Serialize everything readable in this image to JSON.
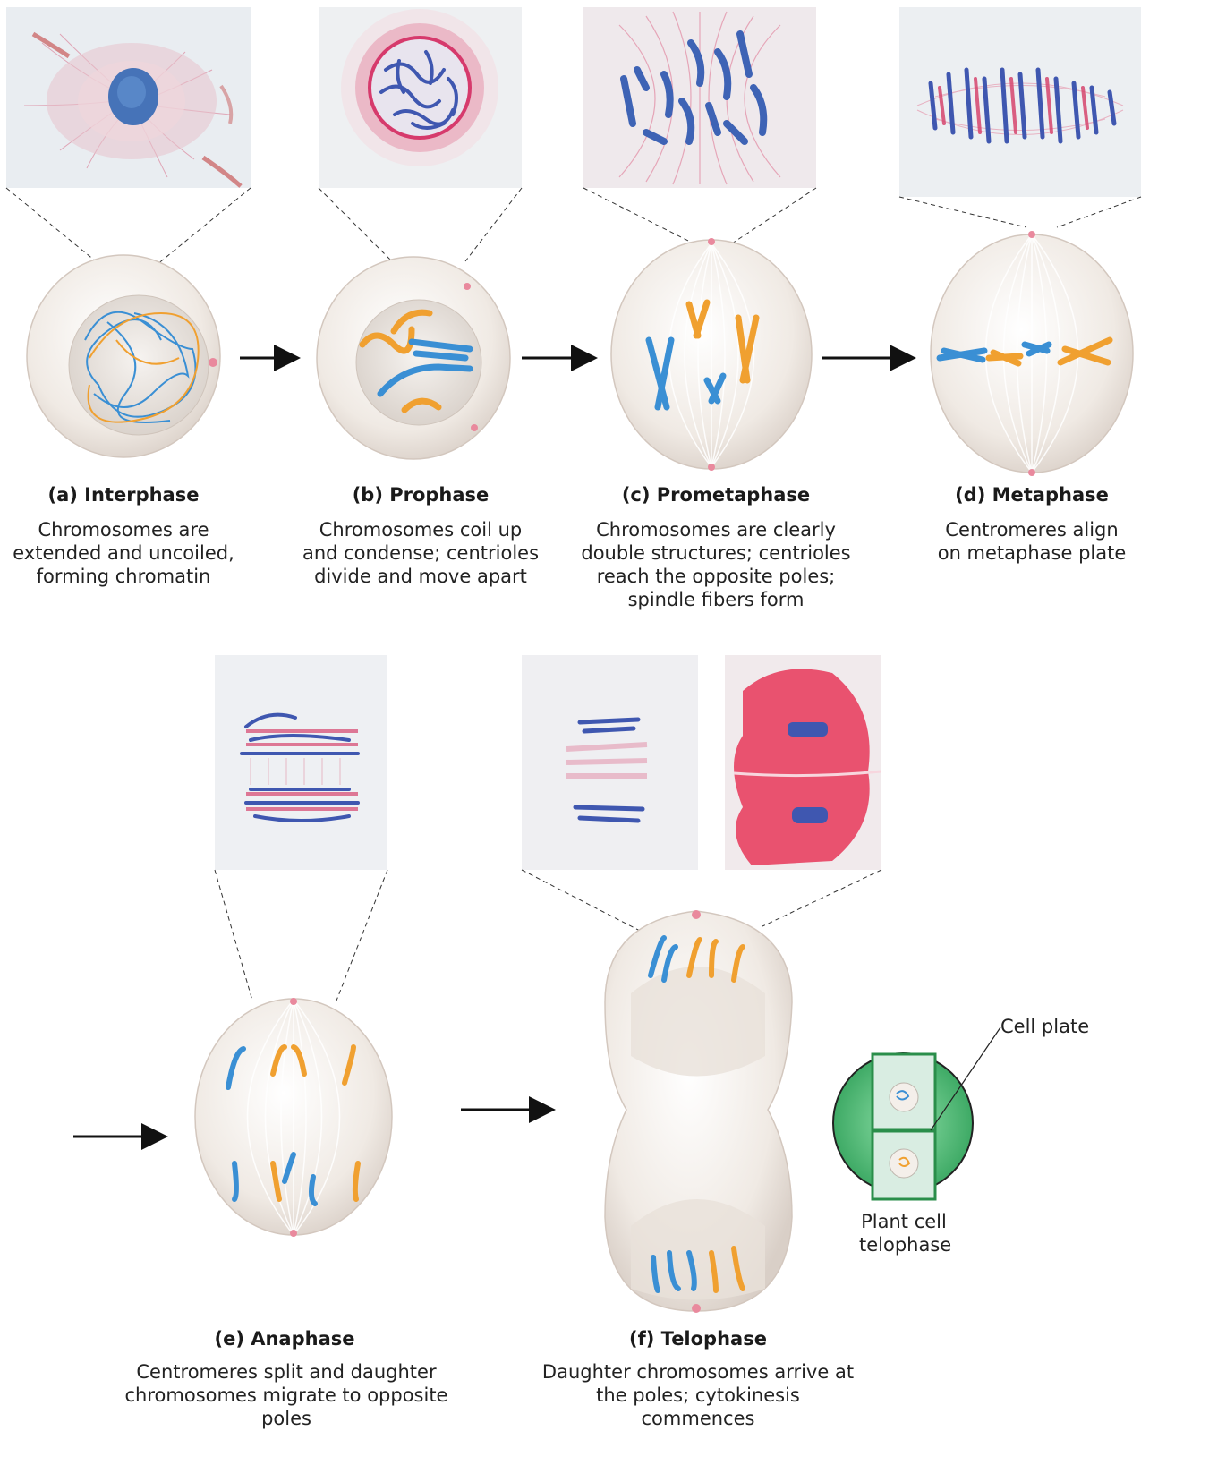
{
  "stages": [
    {
      "title": "(a) Interphase",
      "desc": [
        "Chromosomes are",
        "extended and uncoiled,",
        "forming chromatin"
      ]
    },
    {
      "title": "(b) Prophase",
      "desc": [
        "Chromosomes coil up",
        "and condense; centrioles",
        "divide and move apart"
      ]
    },
    {
      "title": "(c) Prometaphase",
      "desc": [
        "Chromosomes are clearly",
        "double structures; centrioles",
        "reach the opposite poles;",
        "spindle fibers form"
      ]
    },
    {
      "title": "(d) Metaphase",
      "desc": [
        "Centromeres align",
        "on metaphase plate"
      ]
    },
    {
      "title": "(e) Anaphase",
      "desc": [
        "Centromeres split and daughter",
        "chromosomes migrate to opposite poles"
      ]
    },
    {
      "title": "(f) Telophase",
      "desc": [
        "Daughter chromosomes arrive at",
        "the poles; cytokinesis commences"
      ]
    }
  ],
  "plant": {
    "label_line1": "Plant cell",
    "label_line2": "telophase",
    "cell_plate": "Cell plate"
  },
  "colors": {
    "chrom_blue": "#3a8fd4",
    "chrom_orange": "#f0a030",
    "stain_red": "#d9486a",
    "stain_blue": "#4a5fb0",
    "cell_fill": "#efe8e2",
    "plant_green": "#3cb371"
  }
}
